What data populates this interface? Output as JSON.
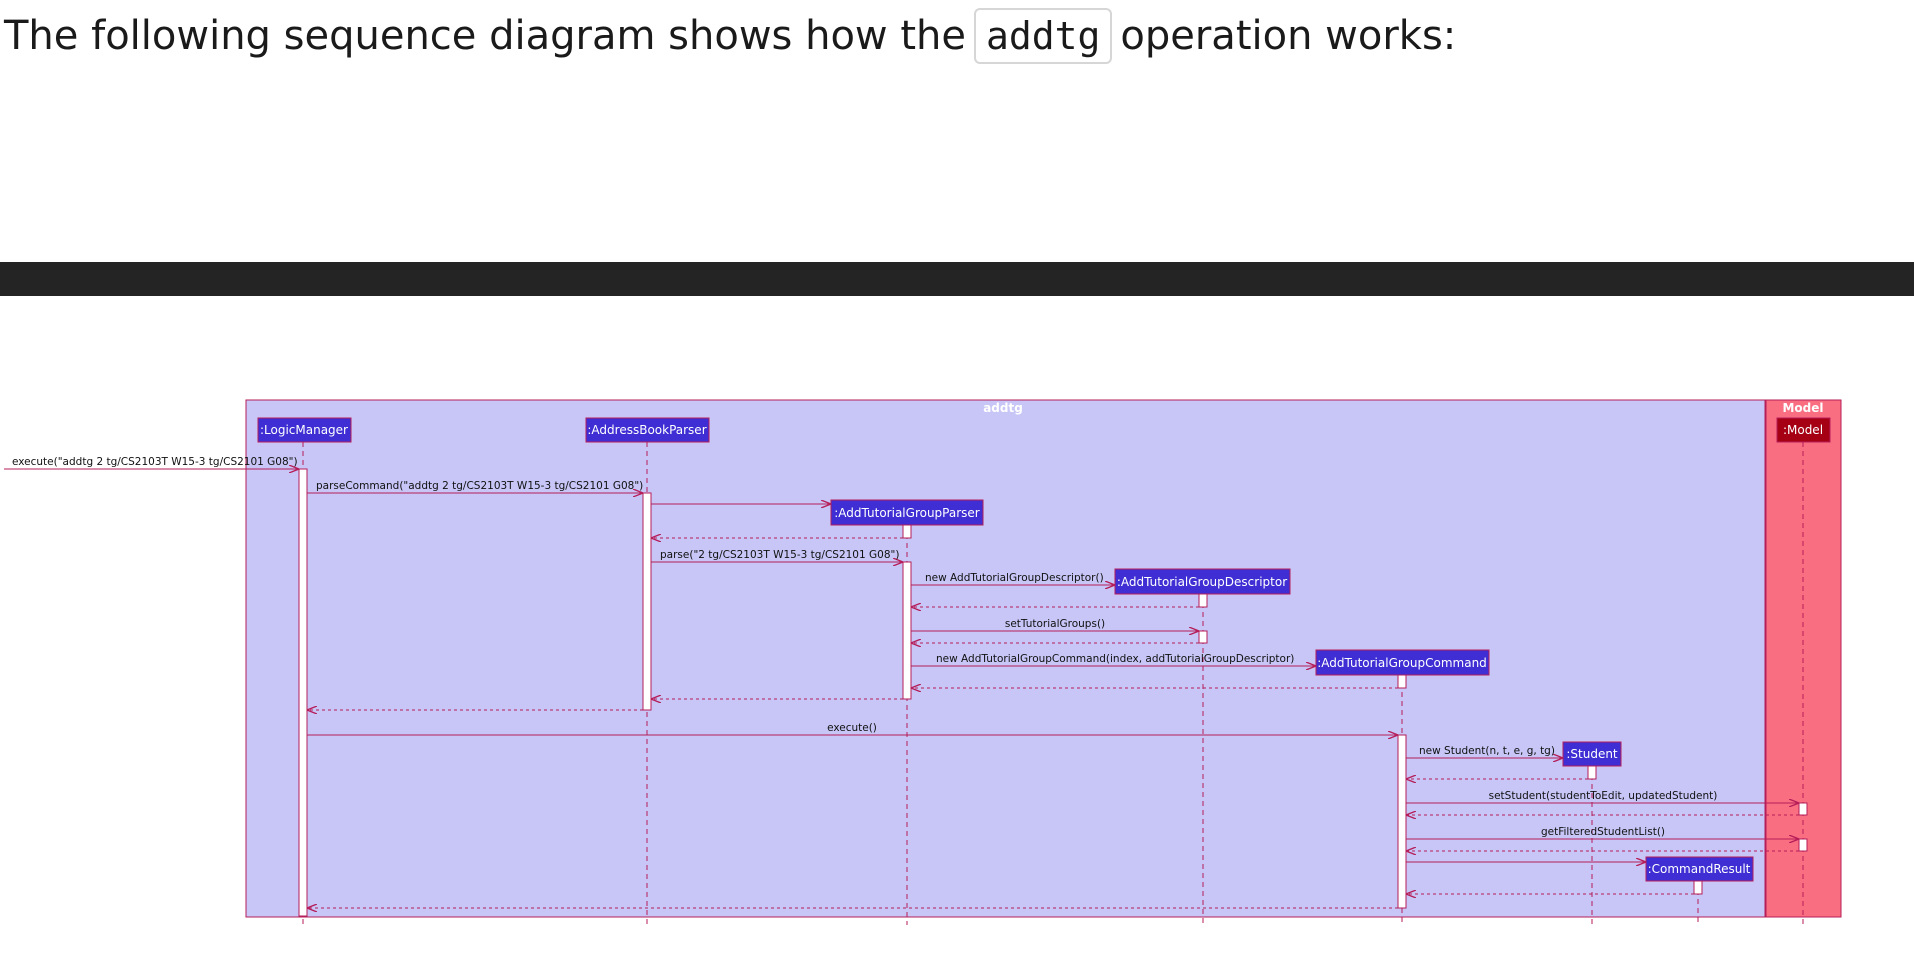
{
  "intro": {
    "before": "The following sequence diagram shows how the",
    "code": "addtg",
    "after": "operation works:"
  },
  "diagram": {
    "group_label": "addtg",
    "model_group_label": "Model",
    "colors": {
      "group_bg": "#c7c6f7",
      "model_bg": "#fa6e82",
      "participant_bg": "#3e2ed3",
      "model_participant_bg": "#a50013",
      "arrow": "#b51e59"
    },
    "participants": {
      "logic_manager": ":LogicManager",
      "address_book_parser": ":AddressBookParser",
      "add_tutorial_group_parser": ":AddTutorialGroupParser",
      "add_tutorial_group_descriptor": ":AddTutorialGroupDescriptor",
      "add_tutorial_group_command": ":AddTutorialGroupCommand",
      "student": ":Student",
      "command_result": ":CommandResult",
      "model": ":Model"
    },
    "messages": {
      "execute_input": "execute(\"addtg 2 tg/CS2103T W15-3 tg/CS2101 G08\")",
      "parse_command": "parseCommand(\"addtg 2 tg/CS2103T W15-3 tg/CS2101 G08\")",
      "parse": "parse(\"2 tg/CS2103T W15-3 tg/CS2101 G08\")",
      "new_descriptor": "new AddTutorialGroupDescriptor()",
      "set_tutorial_groups": "setTutorialGroups()",
      "new_command": "new AddTutorialGroupCommand(index, addTutorialGroupDescriptor)",
      "execute": "execute()",
      "new_student": "new Student(n, t, e, g, tg)",
      "set_student": "setStudent(studentToEdit, updatedStudent)",
      "get_filtered_list": "getFilteredStudentList()"
    }
  }
}
